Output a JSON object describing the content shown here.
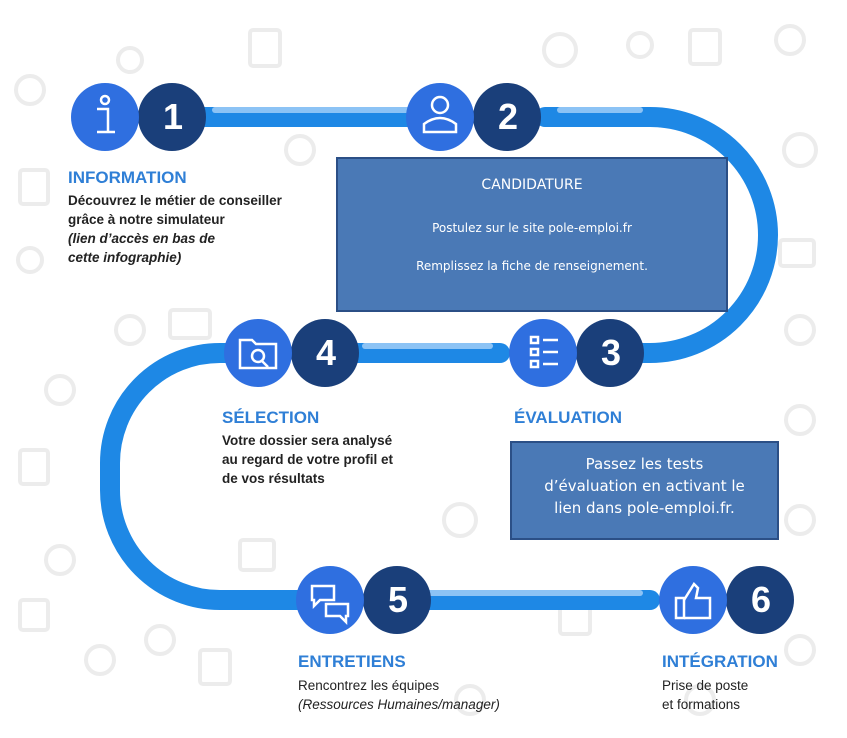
{
  "steps": [
    {
      "number": "1",
      "title": "INFORMATION",
      "icon": "info-icon",
      "lines": [
        "Découvrez le métier de conseiller",
        "grâce à notre simulateur"
      ],
      "italic_lines": [
        "(lien d’accès en bas de",
        "cette infographie)"
      ]
    },
    {
      "number": "2",
      "title": "CANDIDATURE",
      "icon": "user-icon"
    },
    {
      "number": "3",
      "title": "ÉVALUATION",
      "icon": "checklist-icon"
    },
    {
      "number": "4",
      "title": "SÉLECTION",
      "icon": "folder-search-icon",
      "lines": [
        "Votre dossier sera analysé",
        "au regard de votre profil et",
        "de vos résultats"
      ]
    },
    {
      "number": "5",
      "title": "ENTRETIENS",
      "icon": "chat-bubbles-icon",
      "lines": [
        "Rencontrez les équipes"
      ],
      "italic_lines": [
        "(Ressources Humaines/manager)"
      ]
    },
    {
      "number": "6",
      "title": "INTÉGRATION",
      "icon": "thumbs-up-icon",
      "lines": [
        "Prise de poste",
        "et formations"
      ]
    }
  ],
  "candidature_box": {
    "title": "CANDIDATURE",
    "line1": "Postulez sur le site pole-emploi.fr",
    "line2": "Remplissez la fiche de renseignement."
  },
  "evaluation_box": {
    "line1": "Passez les tests",
    "line2": "d’évaluation en activant le",
    "line3": "lien dans pole-emploi.fr."
  },
  "colors": {
    "path": "#1e88e5",
    "icon_circle": "#2f6fe0",
    "number_circle": "#1a3f7a",
    "title": "#2f7fd6"
  }
}
